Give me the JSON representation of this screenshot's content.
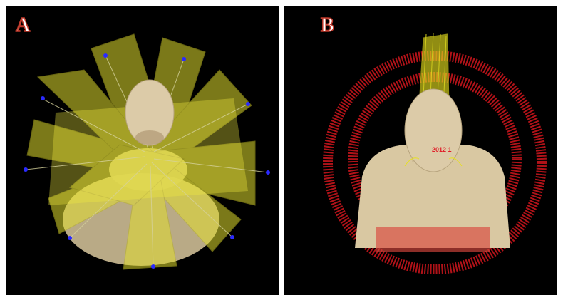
{
  "panels": [
    {
      "label": "A"
    },
    {
      "label": "B",
      "dose_readout": "2012 1"
    }
  ],
  "colors": {
    "background": "#000000",
    "beam_yellow": "#e8e23a",
    "skin": "#d8c9a3",
    "arc_red": "#c0151d",
    "isocenter_blue": "#2a2aff"
  }
}
